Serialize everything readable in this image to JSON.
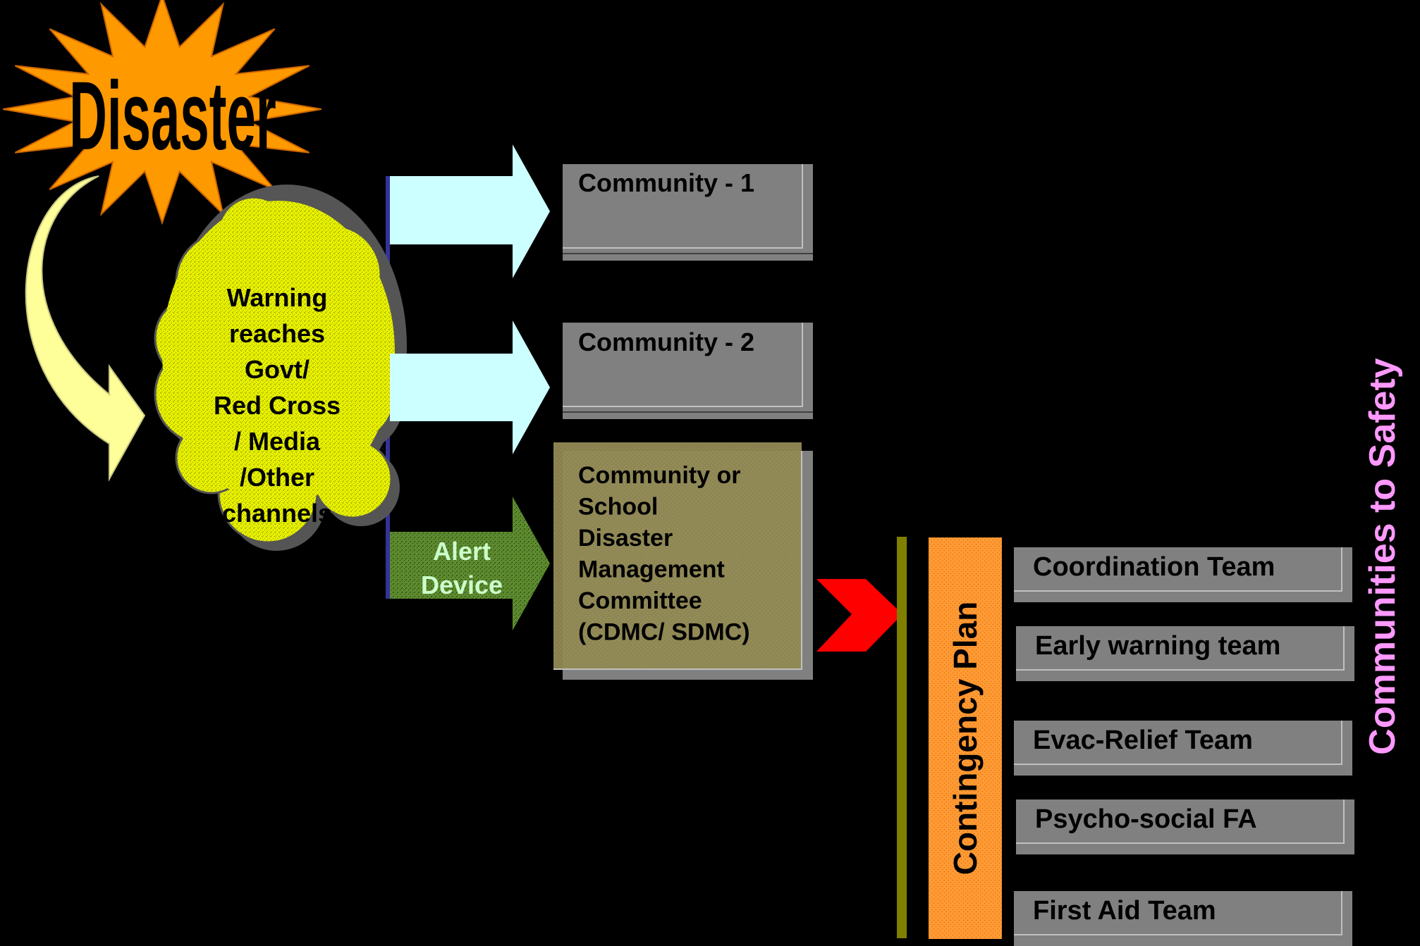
{
  "disaster_label": "Disaster",
  "warning_cloud": {
    "lines": [
      "Warning",
      "reaches",
      "Govt/",
      "Red Cross",
      "/ Media",
      "/Other",
      "channels"
    ]
  },
  "alert_device": {
    "lines": [
      "Alert",
      "Device"
    ]
  },
  "communities": [
    {
      "label": "Community - 1"
    },
    {
      "label": "Community - 2"
    }
  ],
  "committee": {
    "lines": [
      "Community or",
      "School",
      "Disaster",
      "Management",
      "Committee",
      "(CDMC/ SDMC)"
    ]
  },
  "contingency_plan": "Contingency Plan",
  "teams": [
    {
      "label": "Coordination Team"
    },
    {
      "label": "Early warning team"
    },
    {
      "label": "Evac-Relief Team"
    },
    {
      "label": "Psycho-social FA"
    },
    {
      "label": "First Aid Team"
    }
  ],
  "side_title": "Communities to Safety",
  "colors": {
    "background": "#000000",
    "starburst": "#FF9900",
    "cloud": "#E6F000",
    "cloud_arrow": "#FFFF99",
    "community_arrows": "#CCFFFF",
    "alert_arrow": "#669933",
    "alert_text": "#CCFFCC",
    "box_gray": "#808080",
    "committee_box": "#8F8754",
    "red_chevron": "#FF0000",
    "olive_bar": "#808000",
    "plan_orange": "#FF9933",
    "side_title": "#FF99FF",
    "separator": "#333399"
  }
}
